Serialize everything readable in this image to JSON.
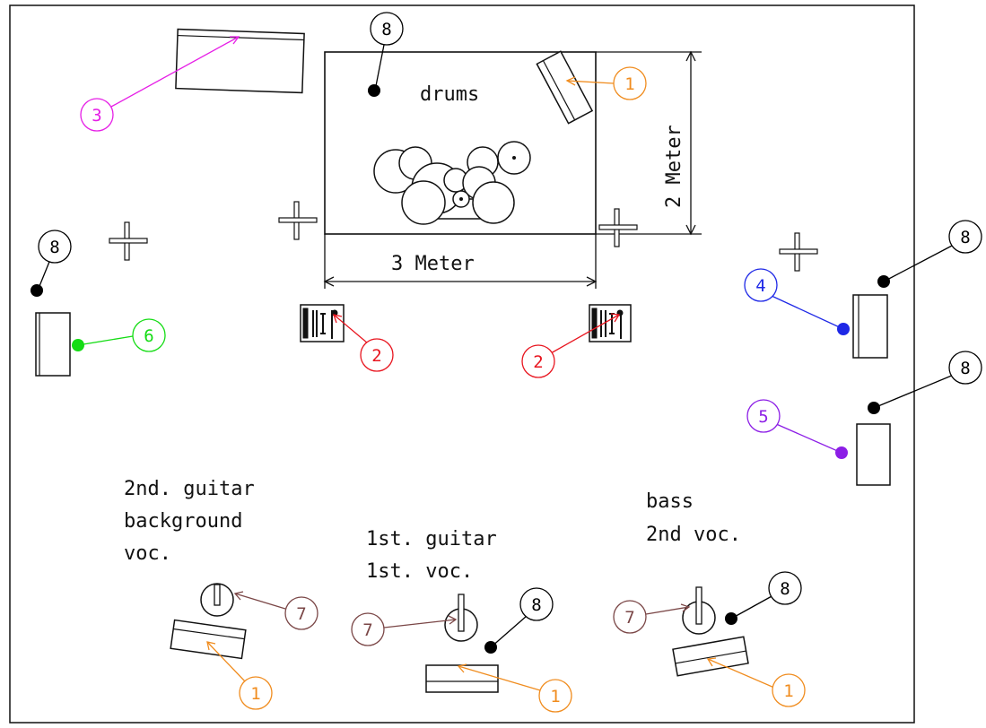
{
  "dimensions": {
    "width_label": "3 Meter",
    "depth_label": "2 Meter"
  },
  "labels": {
    "drums": "drums",
    "guitar2_line1": "2nd. guitar",
    "guitar2_line2": "background",
    "guitar2_line3": "voc.",
    "guitar1_line1": "1st. guitar",
    "guitar1_line2": "1st. voc.",
    "bass_line1": "bass",
    "bass_line2": "2nd voc."
  },
  "callouts": {
    "drum_monitor": "1",
    "left_drumfill": "2",
    "right_drumfill": "2",
    "keyboard": "3",
    "right_amp_upper": "4",
    "right_amp_lower": "5",
    "left_amp": "6",
    "guitar2_mic": "7",
    "guitar1_mic": "7",
    "bass_mic": "7",
    "guitar2_monitor": "1",
    "guitar1_monitor": "1",
    "bass_monitor": "1",
    "drum_power": "8",
    "left_power": "8",
    "right_power_upper": "8",
    "right_power_lower": "8",
    "guitar1_power": "8",
    "bass_power": "8"
  },
  "colors": {
    "c1": "#f08c1e",
    "c2": "#e8141e",
    "c3": "#e61ee6",
    "c4": "#1e28e6",
    "c5": "#8c1ee6",
    "c6": "#14dc14",
    "c7": "#7a4646",
    "c8": "#000000"
  }
}
